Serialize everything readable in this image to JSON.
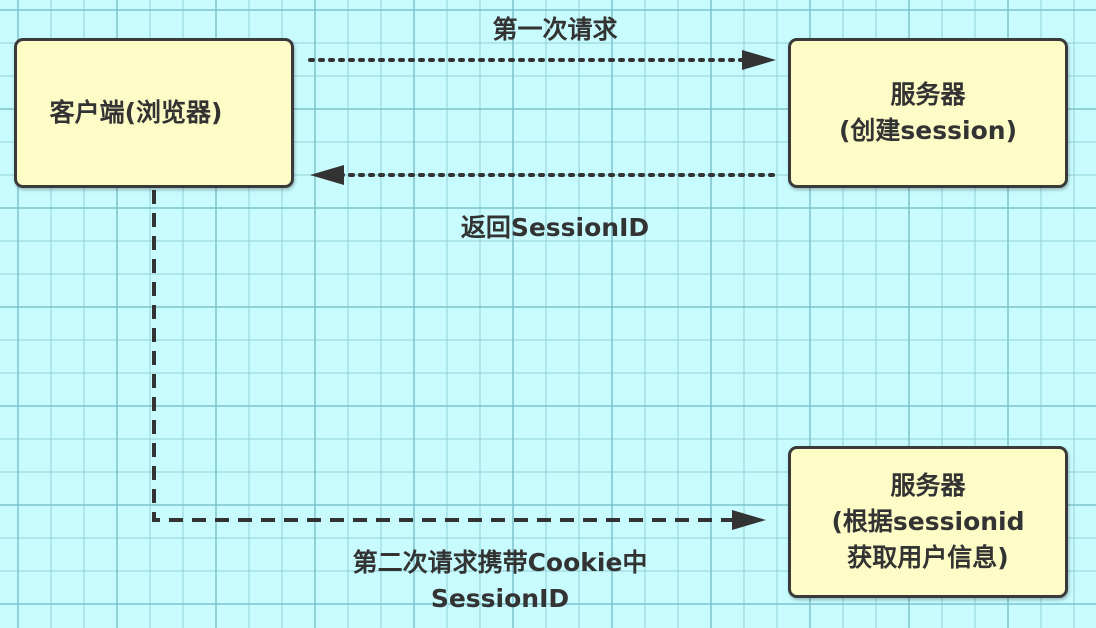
{
  "diagram": {
    "nodes": {
      "client": {
        "lines": [
          "客户端(浏览器)"
        ]
      },
      "server_create": {
        "lines": [
          "服务器",
          "(创建session)"
        ]
      },
      "server_lookup": {
        "lines": [
          "服务器",
          "(根据sessionid",
          "获取用户信息)"
        ]
      }
    },
    "edges": {
      "first_request": {
        "from": "client",
        "to": "server_create",
        "style": "dotted",
        "label": "第一次请求"
      },
      "return_session": {
        "from": "server_create",
        "to": "client",
        "style": "dotted",
        "label": "返回SessionID"
      },
      "second_request": {
        "from": "client",
        "to": "server_lookup",
        "style": "dashed",
        "label_lines": [
          "第二次请求携带Cookie中",
          "SessionID"
        ]
      }
    },
    "colors": {
      "background": "#c8fbfd",
      "node_fill": "#fdfbc6",
      "stroke": "#333333"
    }
  }
}
